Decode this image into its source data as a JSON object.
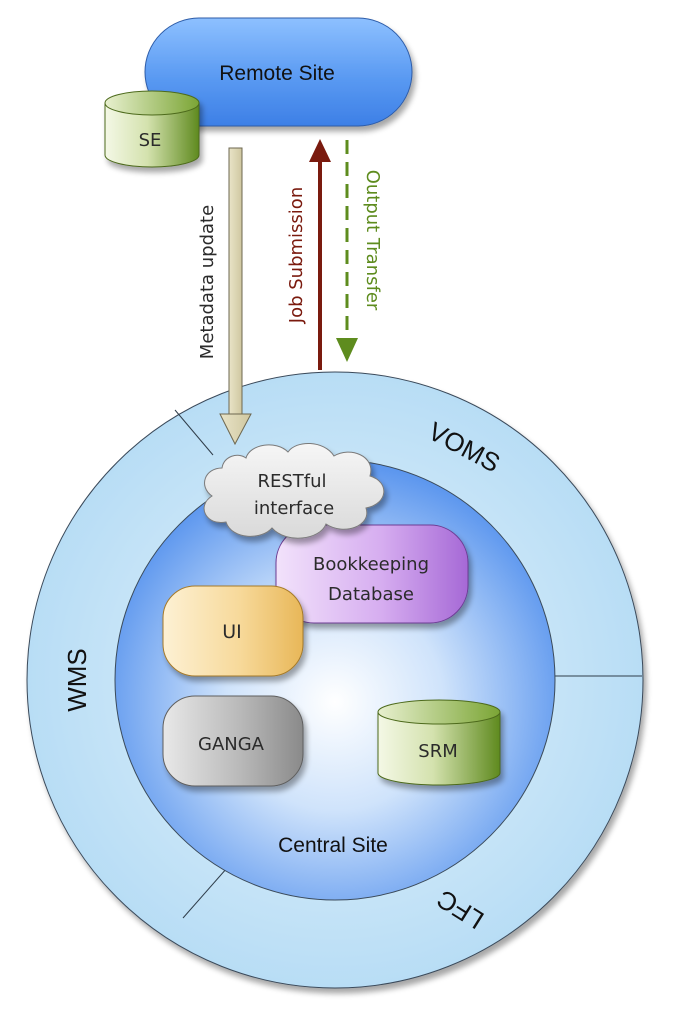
{
  "remote_site": {
    "title": "Remote Site",
    "storage_element": "SE"
  },
  "arrows": {
    "metadata_update": "Metadata update",
    "job_submission": "Job Submission",
    "output_transfer": "Output Transfer"
  },
  "ring_services": {
    "top": "VOMS",
    "left": "WMS",
    "bottom_right": "LFC"
  },
  "central_site": {
    "title": "Central Site",
    "interface_line1": "RESTful",
    "interface_line2": "interface",
    "bookkeeping_line1": "Bookkeeping",
    "bookkeeping_line2": "Database",
    "ui": "UI",
    "ganga": "GANGA",
    "srm": "SRM"
  },
  "colors": {
    "site_blue": "#5f9bf0",
    "ring_blue": "#bfe1f7",
    "job_submission_arrow": "#7a1a0e",
    "output_transfer_arrow": "#5e8c1e",
    "metadata_arrow": "#d8d2b2",
    "storage_green": "#6c9428",
    "bookkeeping_purple": "#d9b2f2",
    "ui_orange": "#f8dca0",
    "ganga_gray": "#b8b8b8"
  }
}
